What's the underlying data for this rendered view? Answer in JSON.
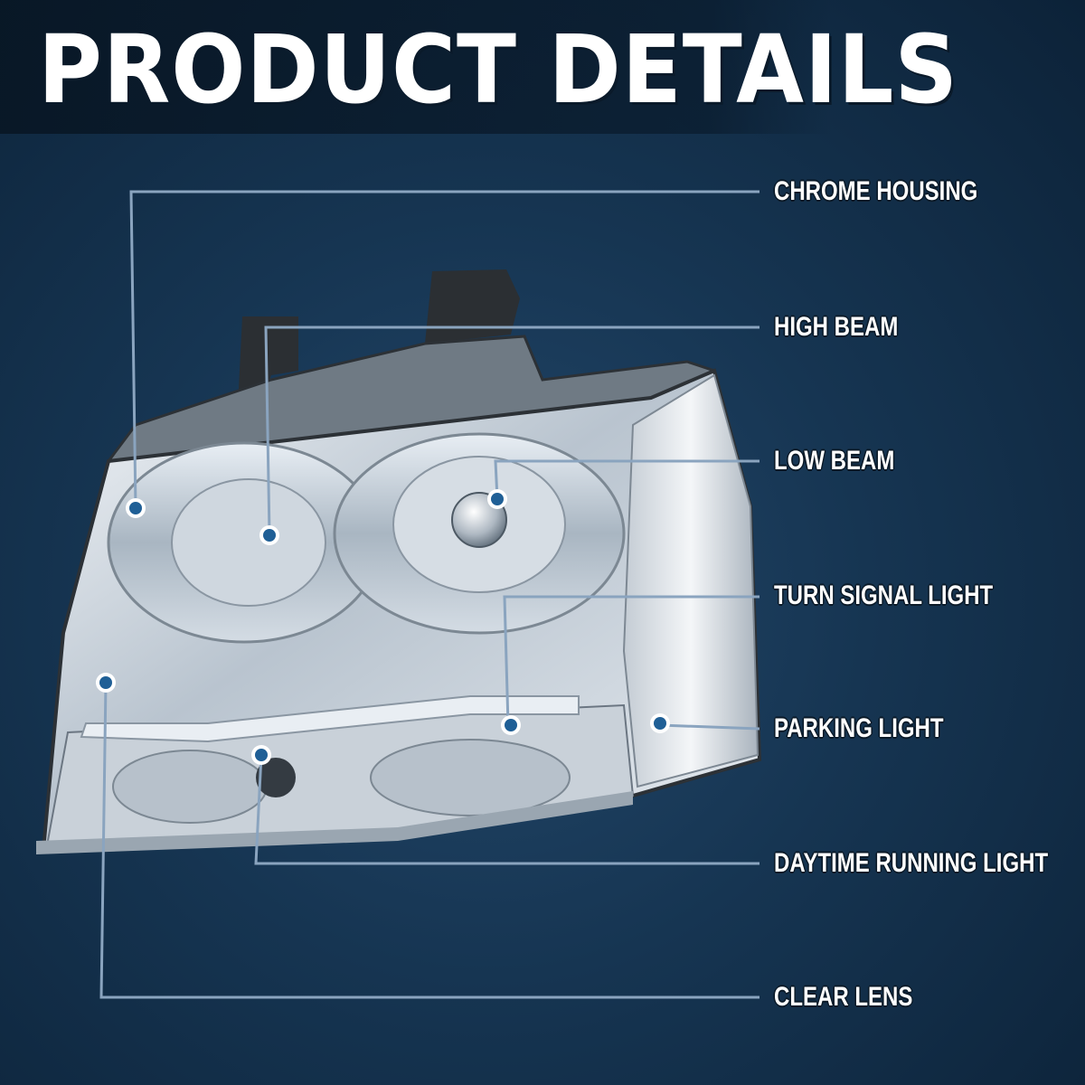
{
  "header": {
    "title": "PRODUCT DETAILS"
  },
  "callouts": [
    {
      "label": "CHROME HOUSING"
    },
    {
      "label": "HIGH BEAM"
    },
    {
      "label": "LOW BEAM"
    },
    {
      "label": "TURN SIGNAL LIGHT"
    },
    {
      "label": "PARKING LIGHT"
    },
    {
      "label": "DAYTIME RUNNING LIGHT"
    },
    {
      "label": "CLEAR LENS"
    }
  ],
  "colors": {
    "background": "#163552",
    "line": "#8aa4bf",
    "dot": "#1f5f96",
    "title": "#ffffff"
  }
}
